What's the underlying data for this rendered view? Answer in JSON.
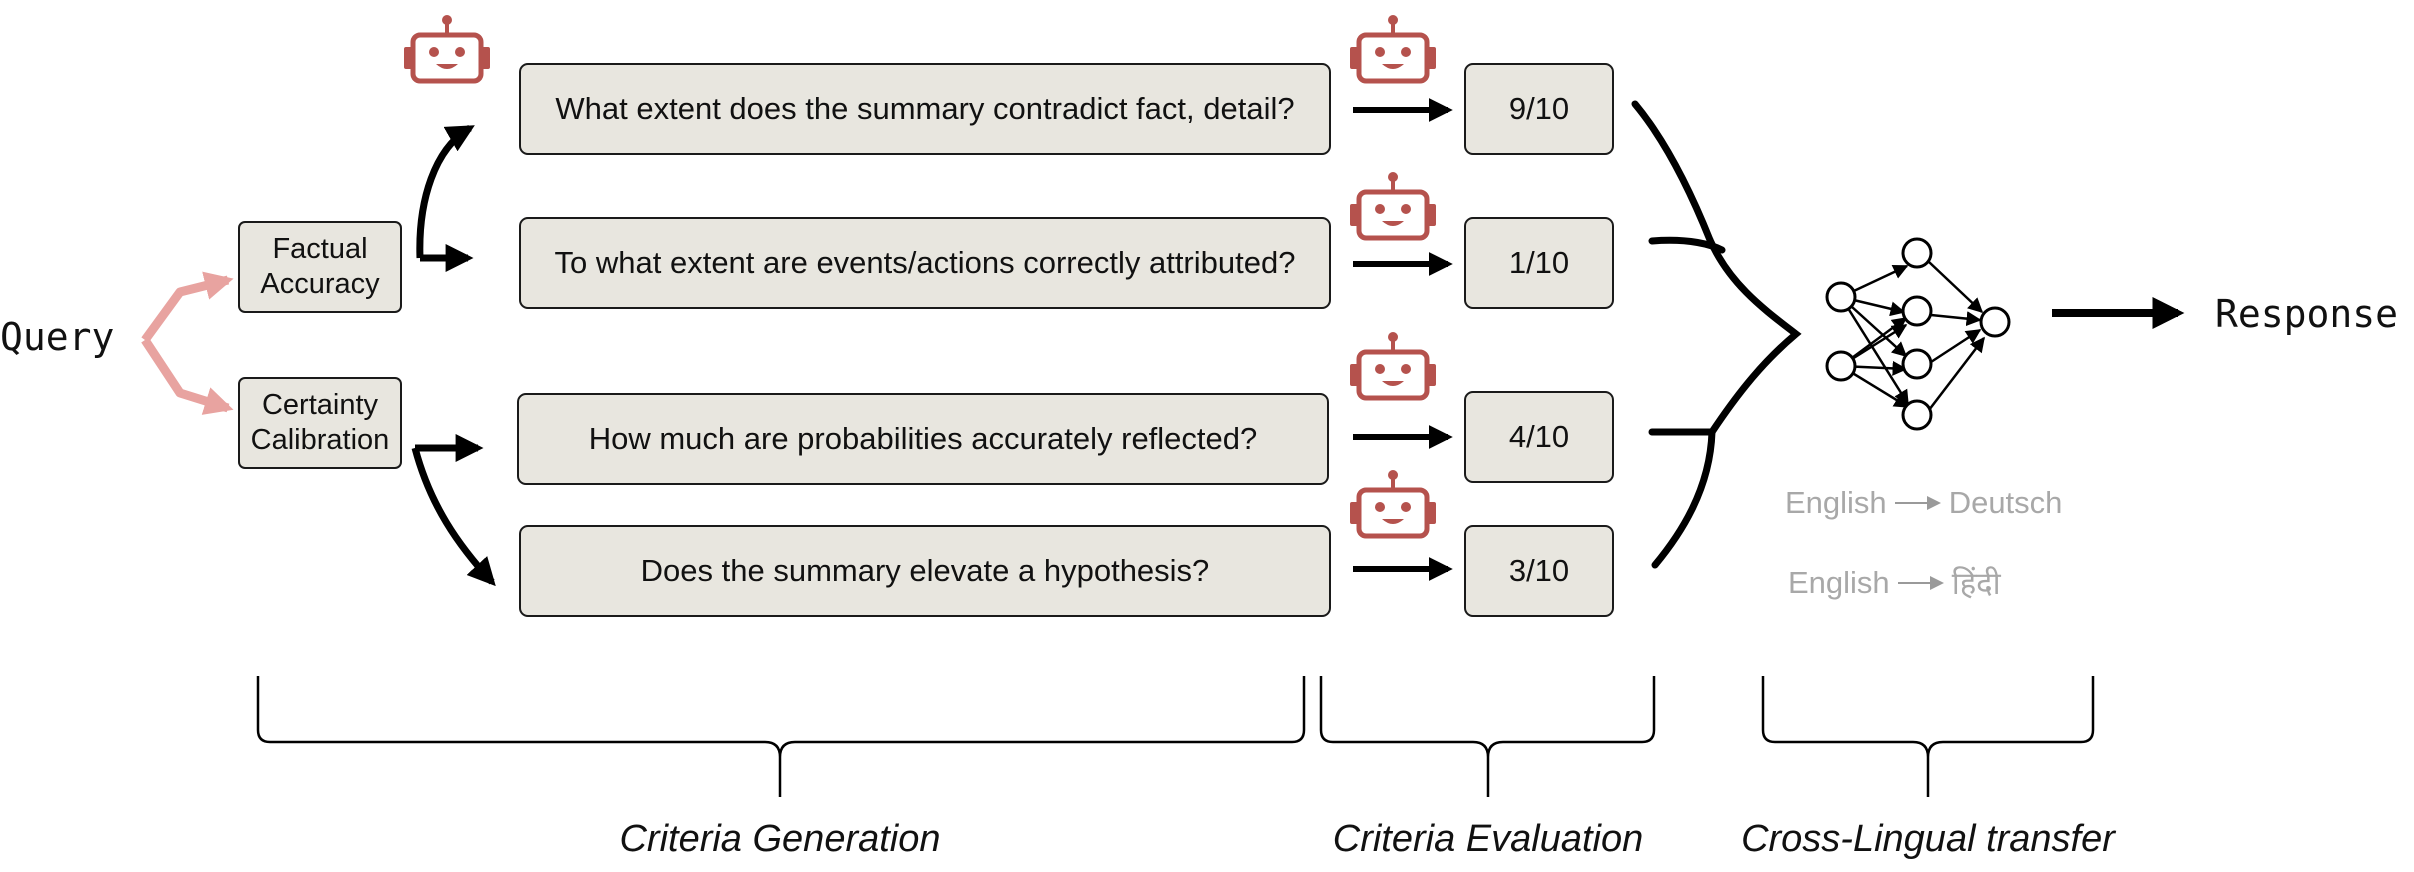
{
  "query_label": "Query",
  "response_label": "Response",
  "categories": [
    {
      "line1": "Factual",
      "line2": "Accuracy"
    },
    {
      "line1": "Certainty",
      "line2": "Calibration"
    }
  ],
  "questions": [
    "What extent does the summary contradict fact, detail?",
    "To what extent are events/actions correctly attributed?",
    "How much are probabilities accurately reflected?",
    "Does the summary elevate a hypothesis?"
  ],
  "scores": [
    "9/10",
    "1/10",
    "4/10",
    "3/10"
  ],
  "translations": [
    {
      "source": "English",
      "target": "Deutsch"
    },
    {
      "source": "English",
      "target": "हिंदी"
    }
  ],
  "stages": [
    "Criteria Generation",
    "Criteria Evaluation",
    "Cross-Lingual transfer"
  ],
  "colors": {
    "robot": "#b5524d",
    "query_arrow": "#e8a3a0",
    "ink": "#000000",
    "box_fill": "#e8e6df"
  },
  "icons": [
    "robot-icon",
    "neural-network-icon"
  ]
}
